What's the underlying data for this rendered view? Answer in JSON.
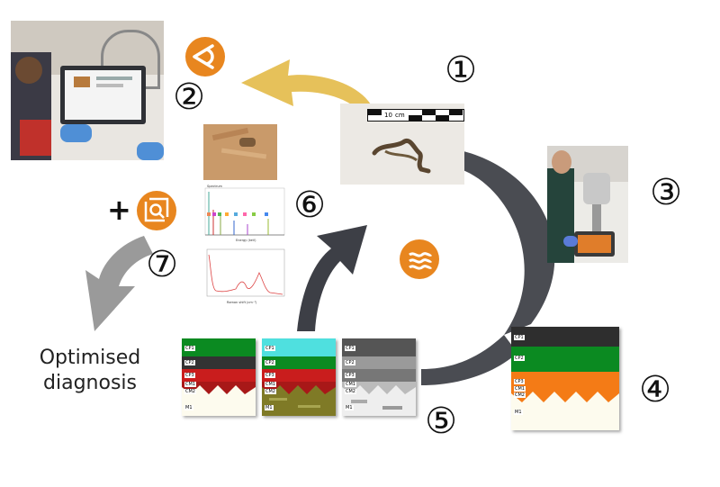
{
  "steps": [
    "①",
    "②",
    "③",
    "④",
    "⑤",
    "⑥",
    "⑦"
  ],
  "plus": "+",
  "caption": {
    "line1": "Optimised",
    "line2": "diagnosis"
  },
  "scale": {
    "ten": "10",
    "unit": "cm"
  },
  "stack4": {
    "layers": [
      "CP1",
      "CP2",
      "CP3",
      "CM1",
      "CM2",
      "M1"
    ]
  },
  "stack5a": {
    "layers": [
      "CP1",
      "CP2",
      "CP3",
      "CM1",
      "CM2",
      "M1"
    ]
  },
  "stack5b": {
    "layers": [
      "CP1",
      "CP2",
      "CP3",
      "CM1",
      "CM2",
      "M1"
    ]
  },
  "stack5c": {
    "layers": [
      "CP1",
      "CP2",
      "CP3",
      "CM1",
      "CM2",
      "M1"
    ]
  },
  "spectra": {
    "eds_title": "Spectrum",
    "eds_xlabel": "Energy (keV)",
    "raman_xlabel": "Raman shift (cm⁻¹)"
  },
  "icons": [
    "eye-icon",
    "waves-icon",
    "magnifier-frame-icon"
  ],
  "colors": {
    "accent": "#e8861f",
    "arrow_gold": "#e6c15a",
    "arrow_dark": "#3d3f46",
    "arrow_grey": "#9a9a9a"
  }
}
